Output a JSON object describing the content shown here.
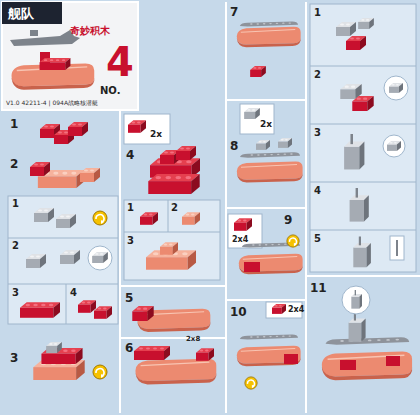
{
  "diagram": {
    "labels": [
      "舰队",
      "奇妙积木",
      "NO.",
      "4",
      "V1.0 42211-4 | 094A战略核潜艇",
      "1",
      "2",
      "1",
      "2",
      "3",
      "4",
      "3",
      "4",
      "2x",
      "1",
      "2",
      "3",
      "5",
      "6",
      "2x8",
      "7",
      "2x",
      "8",
      "2x4",
      "9",
      "10",
      "2x4",
      "1",
      "2",
      "3",
      "4",
      "5",
      "11"
    ]
  }
}
